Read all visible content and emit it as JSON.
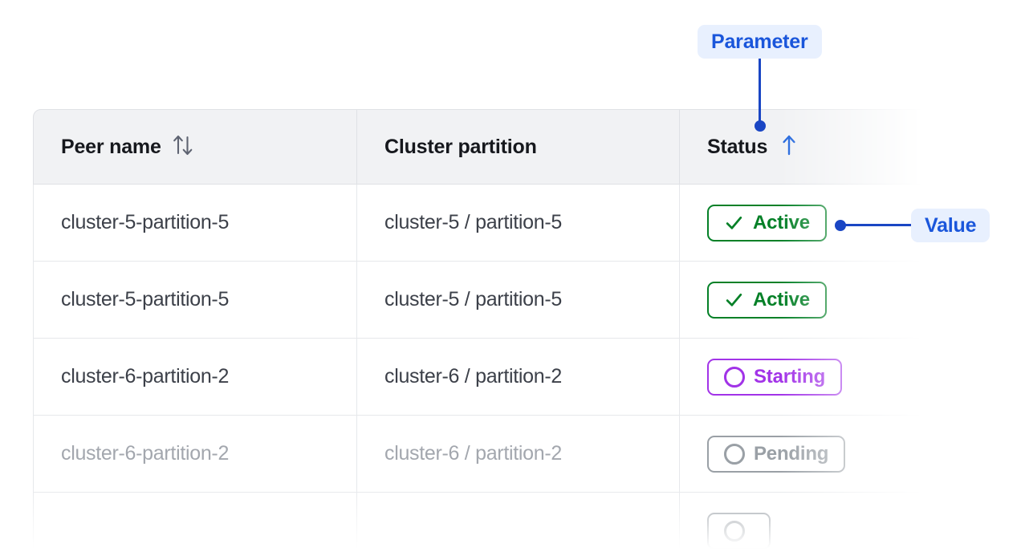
{
  "table": {
    "columns": [
      {
        "key": "peer_name",
        "label": "Peer name",
        "sort_icon": "sort-updown-icon",
        "sorted": false
      },
      {
        "key": "cluster_partition",
        "label": "Cluster partition",
        "sort_icon": null,
        "sorted": false
      },
      {
        "key": "status",
        "label": "Status",
        "sort_icon": "arrow-up-icon",
        "sorted": true
      }
    ],
    "rows": [
      {
        "peer_name": "cluster-5-partition-5",
        "cluster_partition": "cluster-5 / partition-5",
        "status": "Active",
        "status_kind": "active",
        "status_icon": "check-icon",
        "muted": false
      },
      {
        "peer_name": "cluster-5-partition-5",
        "cluster_partition": "cluster-5 / partition-5",
        "status": "Active",
        "status_kind": "active",
        "status_icon": "check-icon",
        "muted": false
      },
      {
        "peer_name": "cluster-6-partition-2",
        "cluster_partition": "cluster-6 / partition-2",
        "status": "Starting",
        "status_kind": "starting",
        "status_icon": "spinner-icon",
        "muted": false
      },
      {
        "peer_name": "cluster-6-partition-2",
        "cluster_partition": "cluster-6 / partition-2",
        "status": "Pending",
        "status_kind": "pending",
        "status_icon": "spinner-icon",
        "muted": true
      },
      {
        "peer_name": "",
        "cluster_partition": "",
        "status": "",
        "status_kind": "pending",
        "status_icon": "spinner-icon",
        "muted": true
      }
    ]
  },
  "annotations": {
    "parameter": {
      "label": "Parameter",
      "target": "status-column-header"
    },
    "value": {
      "label": "Value",
      "target": "status-badge-row-1"
    }
  },
  "colors": {
    "annotation_text": "#1a56db",
    "annotation_bg": "#e8f0fe",
    "annotation_line": "#1a46c4",
    "status_active": "#048027",
    "status_starting": "#a233e8",
    "status_pending": "#9aa0a6",
    "header_bg": "#f1f2f4",
    "border": "#dfe1e5",
    "text": "#3c4049",
    "text_muted": "#a3a7ae",
    "sort_icon": "#5f6472",
    "sort_active": "#2266dd"
  }
}
